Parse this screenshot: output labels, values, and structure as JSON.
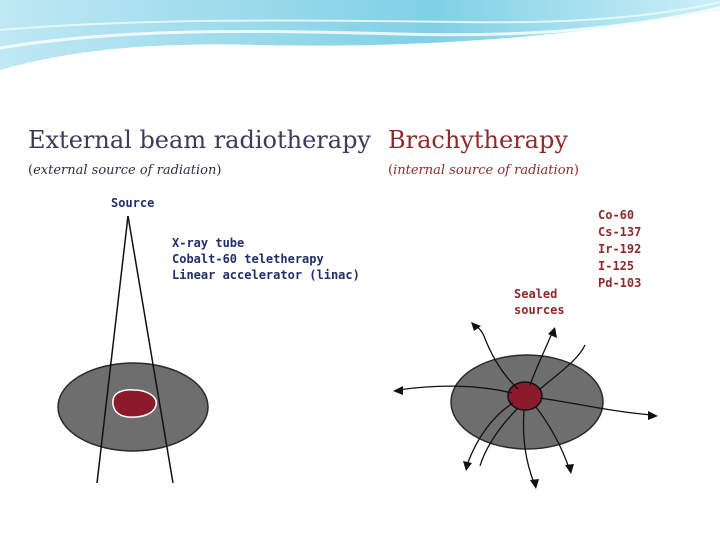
{
  "left": {
    "title": "External beam radiotherapy",
    "subtitle": "external source of radiation",
    "source_label": "Source",
    "sources": [
      "X-ray tube",
      "Cobalt-60 teletherapy",
      "Linear accelerator (linac)"
    ]
  },
  "right": {
    "title": "Brachytherapy",
    "subtitle": "internal source of radiation",
    "isotopes": [
      "Co-60",
      "Cs-137",
      "Ir-192",
      "I-125",
      "Pd-103"
    ],
    "sealed_label": [
      "Sealed",
      "sources"
    ]
  },
  "colors": {
    "header_wave": "#7fd0e6",
    "left_title": "#3b3b5c",
    "right_title": "#8e2a2a",
    "text_blue": "#1f2f6b",
    "text_red": "#8e2a2a",
    "body_gray": "#6e6e6e",
    "tumor": "#8b1a2b"
  }
}
